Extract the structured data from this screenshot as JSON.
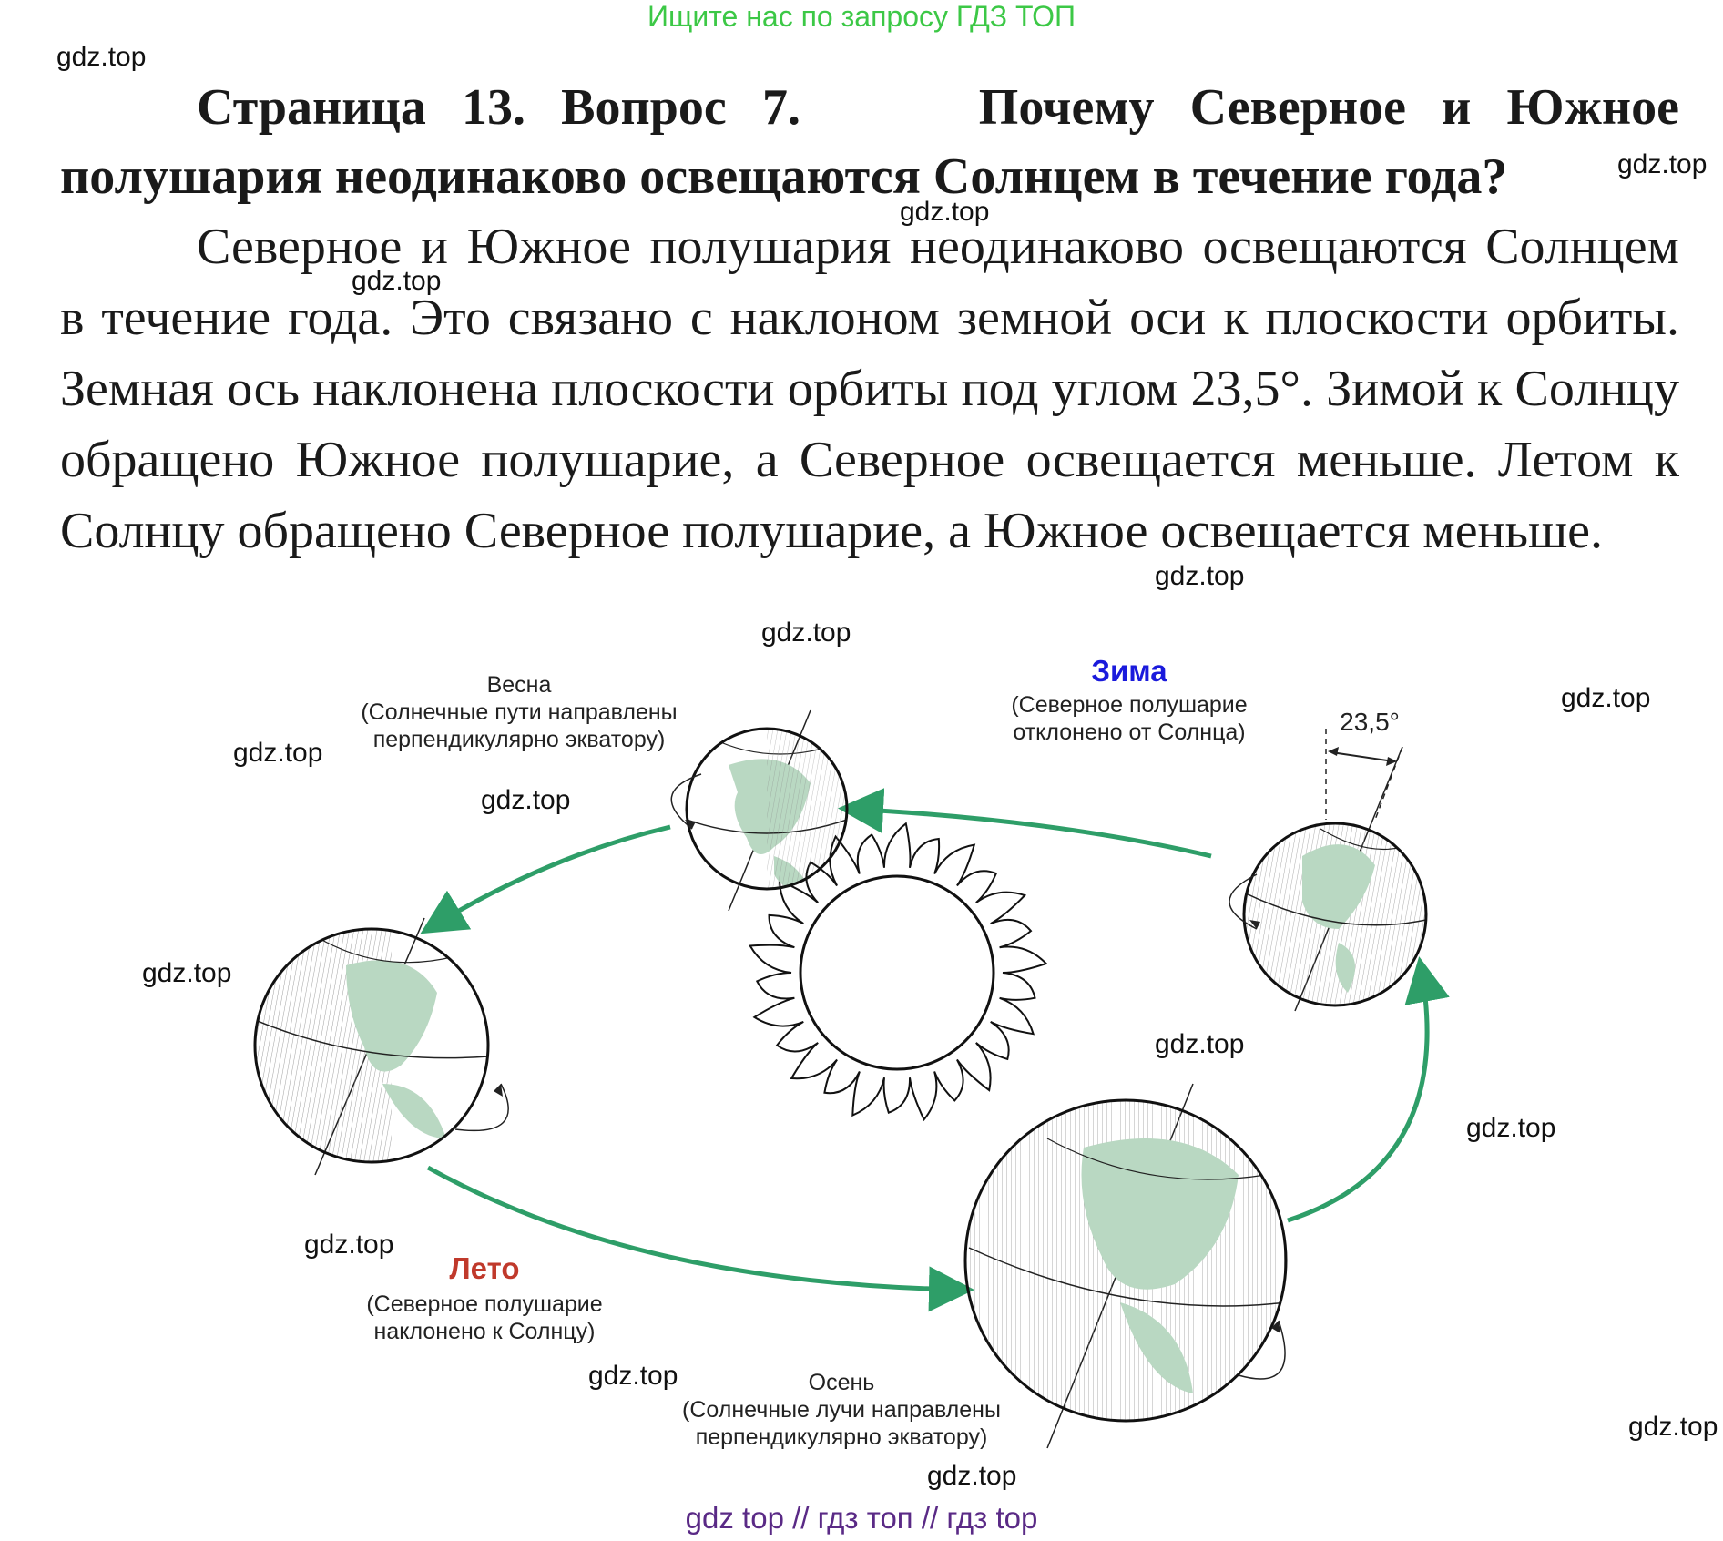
{
  "banner": "Ищите нас по запросу ГДЗ ТОП",
  "watermark": "gdz.top",
  "heading": {
    "question_label": "Страница 13. Вопрос 7.",
    "question_text": "Почему Северное и Южное полушария неодинаково освещаются Солнцем в течение года?"
  },
  "answer": "Северное и Южное полушария неодинаково освещаются Солнцем в течение года. Это связано с наклоном земной оси к плоскости орбиты. Земная ось наклонена плоскости орбиты под углом 23,5°. Зимой к Солнцу обращено Южное полушарие, а Северное освещается меньше. Летом к Солнцу обращено Северное полушарие, а Южное освещается меньше.",
  "diagram": {
    "spring": {
      "title": "Весна",
      "line1": "(Солнечные пути направлены",
      "line2": "перпендикулярно экватору)"
    },
    "winter": {
      "title": "Зима",
      "line1": "(Северное полушарие",
      "line2": "отклонено от Солнца)",
      "color": "#1a1adc"
    },
    "summer": {
      "title": "Лето",
      "line1": "(Северное полушарие",
      "line2": "наклонено к Солнцу)",
      "color": "#c0392b"
    },
    "autumn": {
      "title": "Осень",
      "line1": "(Солнечные лучи направлены",
      "line2": "перпендикулярно экватору)"
    },
    "angle_label": "23,5°",
    "arrow_color": "#2e9e68",
    "land_color": "#b9d8c2"
  },
  "footer": "gdz top  //  гдз топ  //  гдз top",
  "colors": {
    "banner": "#3cc846",
    "footer": "#5a2a86"
  }
}
